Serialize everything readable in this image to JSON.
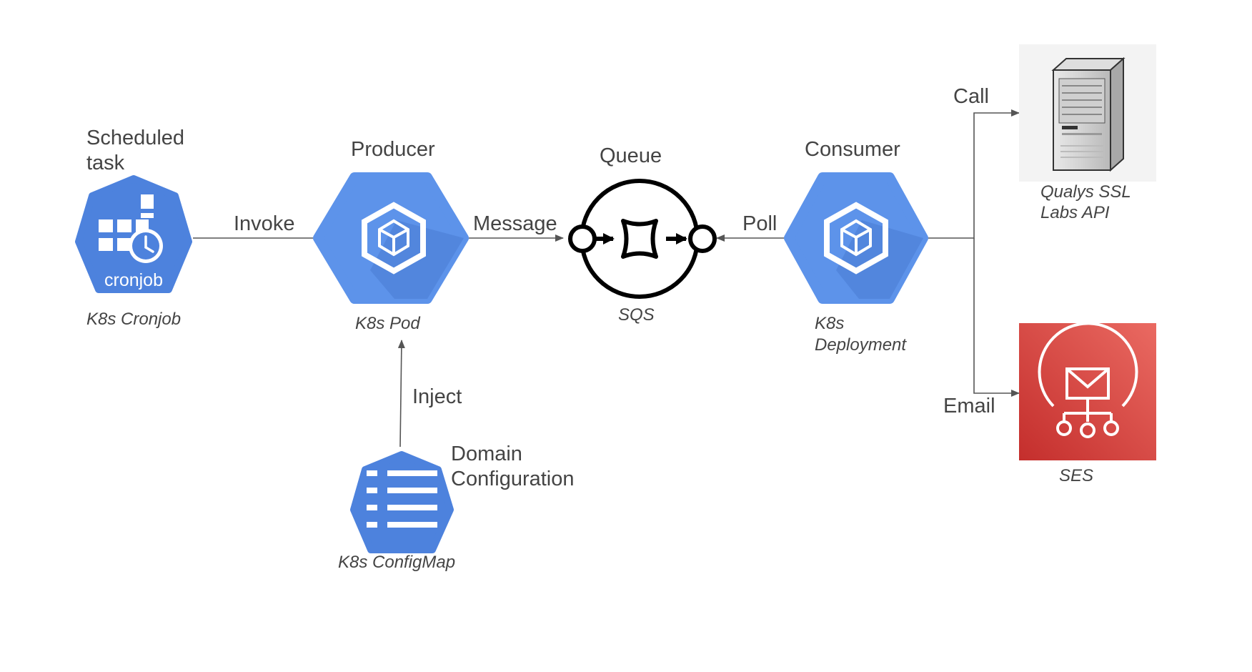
{
  "nodes": {
    "cronjob": {
      "heading_line1": "Scheduled",
      "heading_line2": "task",
      "icon_text": "cronjob",
      "caption": "K8s Cronjob",
      "icon": "cronjob-icon"
    },
    "producer": {
      "heading": "Producer",
      "caption": "K8s Pod",
      "icon": "pod-cube-icon"
    },
    "queue": {
      "heading": "Queue",
      "caption": "SQS",
      "icon": "message-queue-icon"
    },
    "consumer": {
      "heading": "Consumer",
      "caption_line1": "K8s",
      "caption_line2": "Deployment",
      "icon": "deployment-cube-icon"
    },
    "configmap": {
      "heading_line1": "Domain",
      "heading_line2": "Configuration",
      "caption": "K8s ConfigMap",
      "icon": "configmap-icon"
    },
    "qualys": {
      "caption_line1": "Qualys SSL",
      "caption_line2": "Labs API",
      "icon": "server-tower-icon"
    },
    "ses": {
      "caption": "SES",
      "icon": "email-service-icon"
    }
  },
  "edges": {
    "invoke": "Invoke",
    "message": "Message",
    "poll": "Poll",
    "inject": "Inject",
    "call": "Call",
    "email": "Email"
  },
  "colors": {
    "k8s_blue": "#4d82dd",
    "gcp_blue": "#5d93ea",
    "ses_red": "#d9433a",
    "arrow": "#555555",
    "text": "#444444"
  }
}
